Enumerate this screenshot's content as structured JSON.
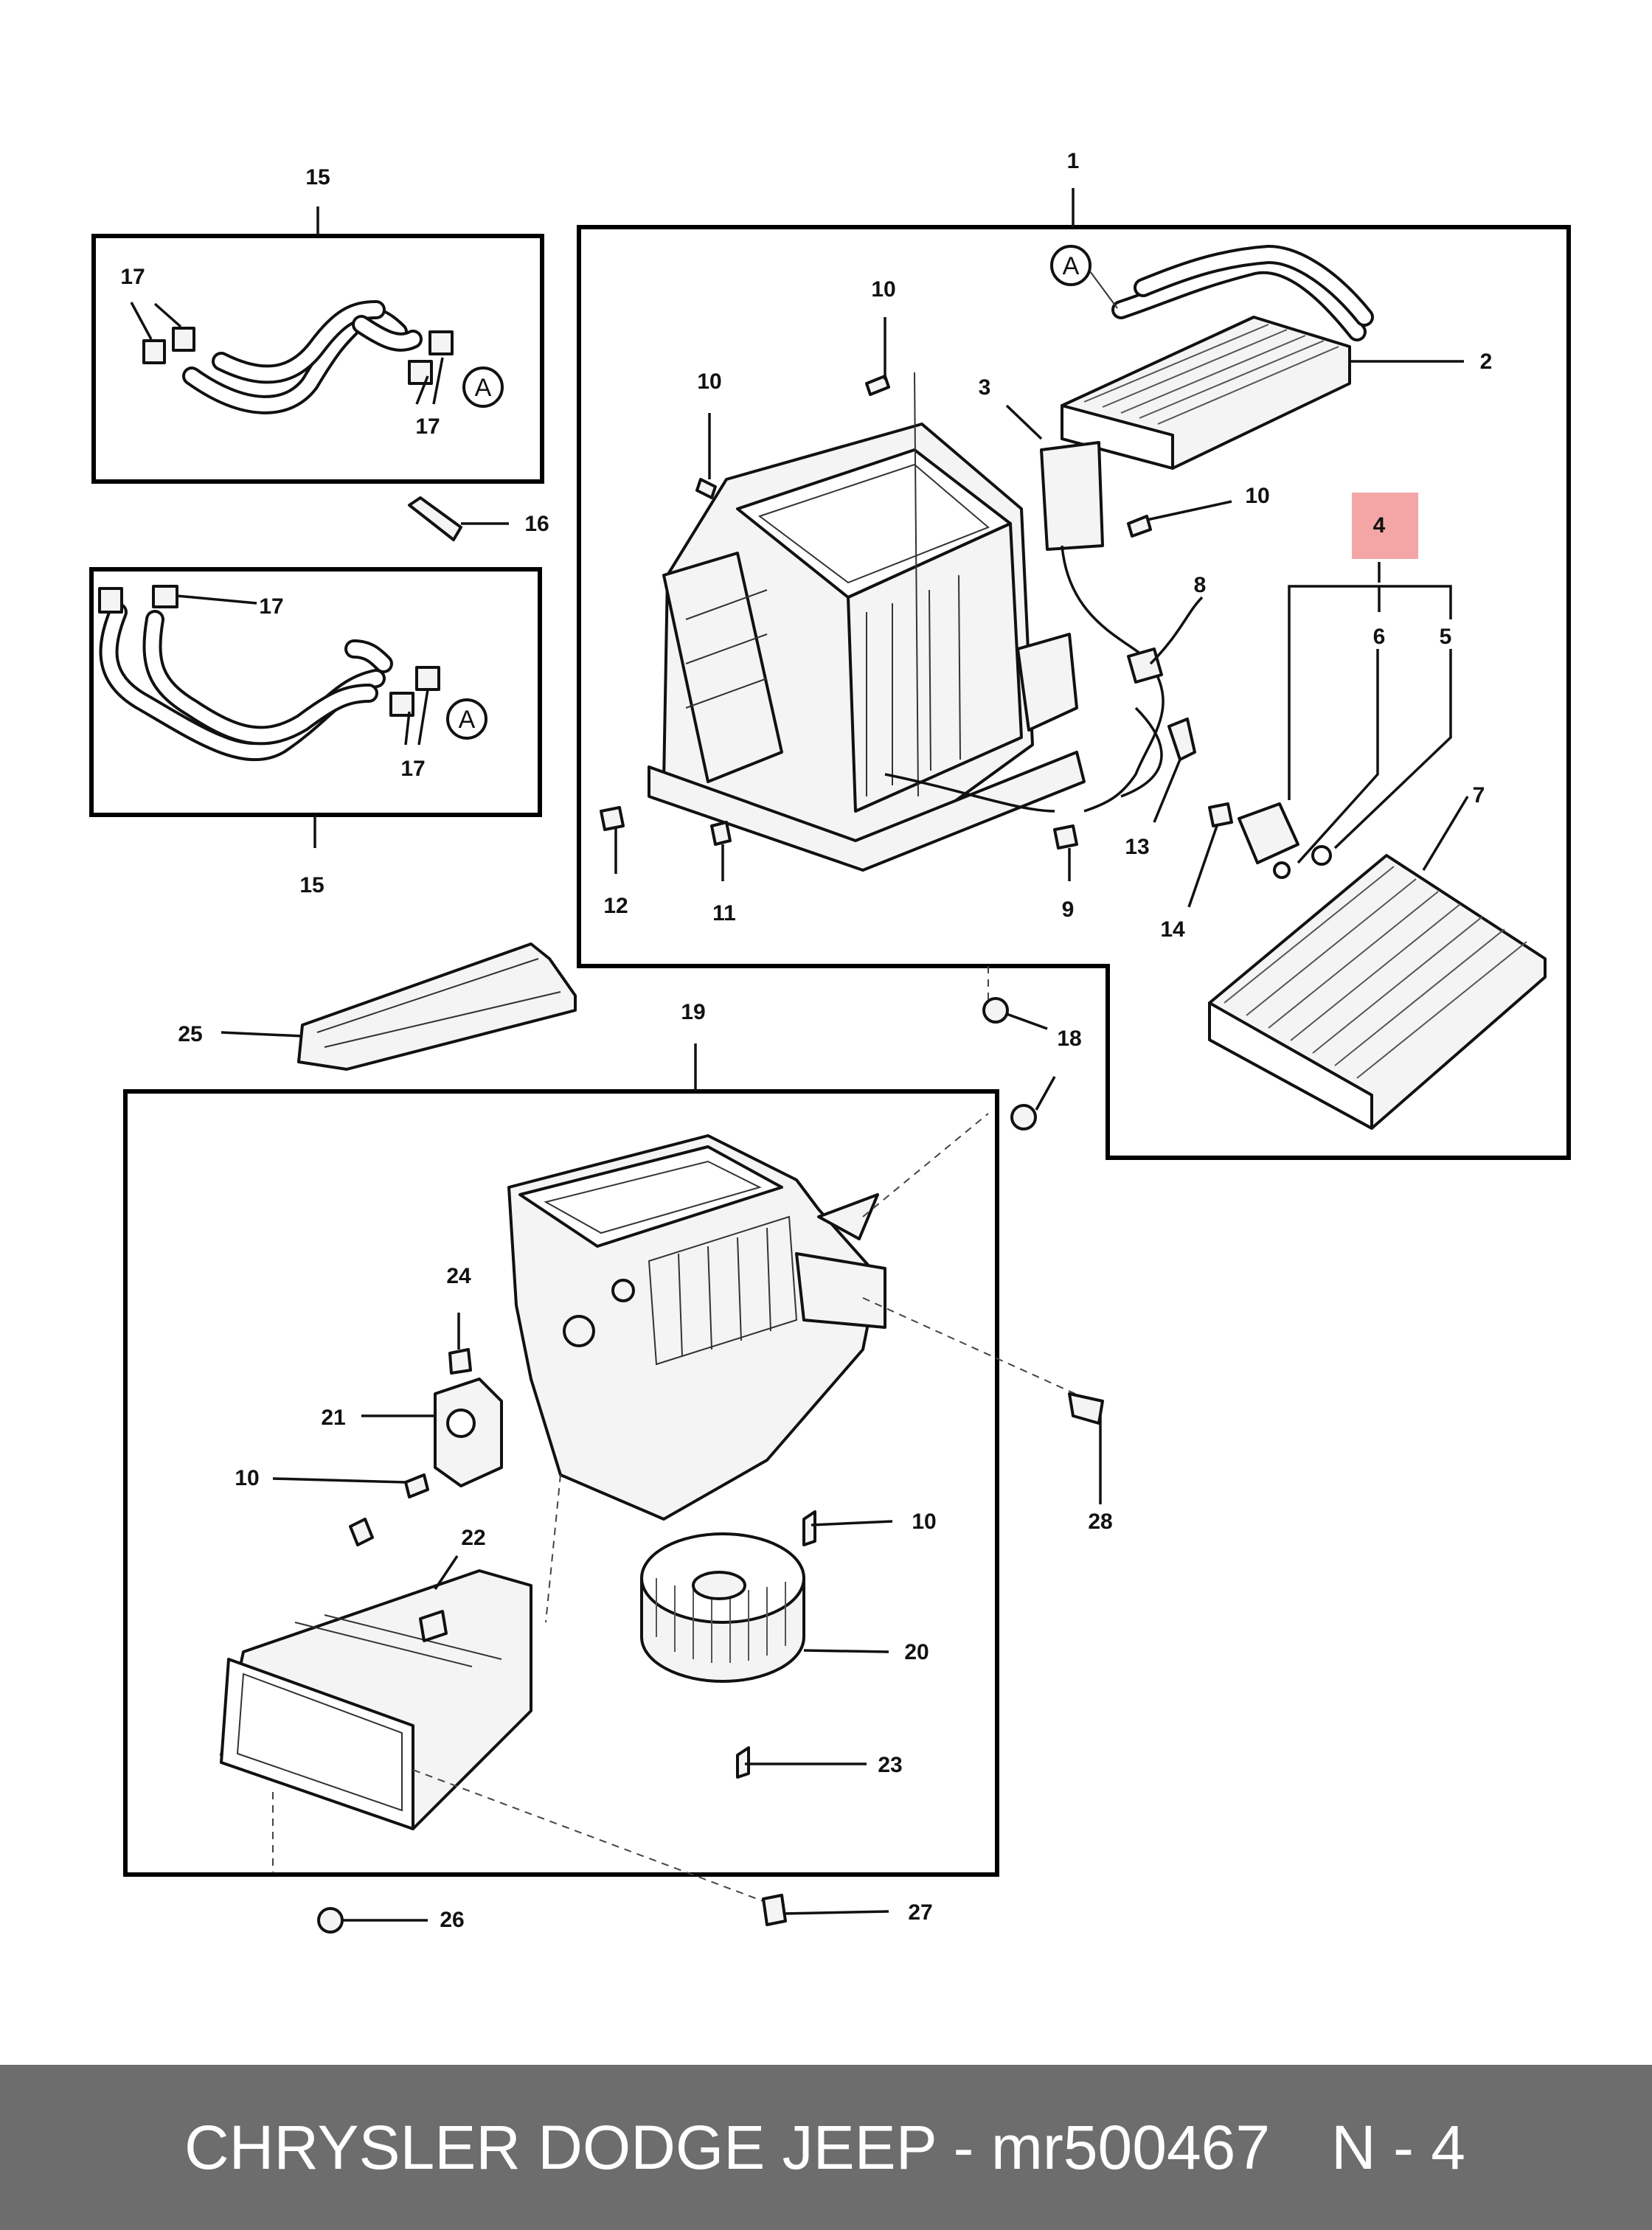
{
  "callouts": {
    "c1": "1",
    "c2": "2",
    "c3": "3",
    "c4": "4",
    "c5": "5",
    "c6": "6",
    "c7": "7",
    "c8": "8",
    "c9": "9",
    "c10a": "10",
    "c10b": "10",
    "c10c": "10",
    "c10d": "10",
    "c10e": "10",
    "c11": "11",
    "c12": "12",
    "c13": "13",
    "c14": "14",
    "c15a": "15",
    "c15b": "15",
    "c16": "16",
    "c17a": "17",
    "c17b": "17",
    "c17c": "17",
    "c17d": "17",
    "c18": "18",
    "c19": "19",
    "c20": "20",
    "c21": "21",
    "c22": "22",
    "c23": "23",
    "c24": "24",
    "c25": "25",
    "c26": "26",
    "c27": "27",
    "c28": "28",
    "refA1": "A",
    "refA2": "A",
    "refA3": "A"
  },
  "highlight_color": "#f4a6a6",
  "footer": {
    "title": "CHRYSLER DODGE JEEP - mr500467",
    "code": "N - 4",
    "background": "#6d6d6d"
  }
}
